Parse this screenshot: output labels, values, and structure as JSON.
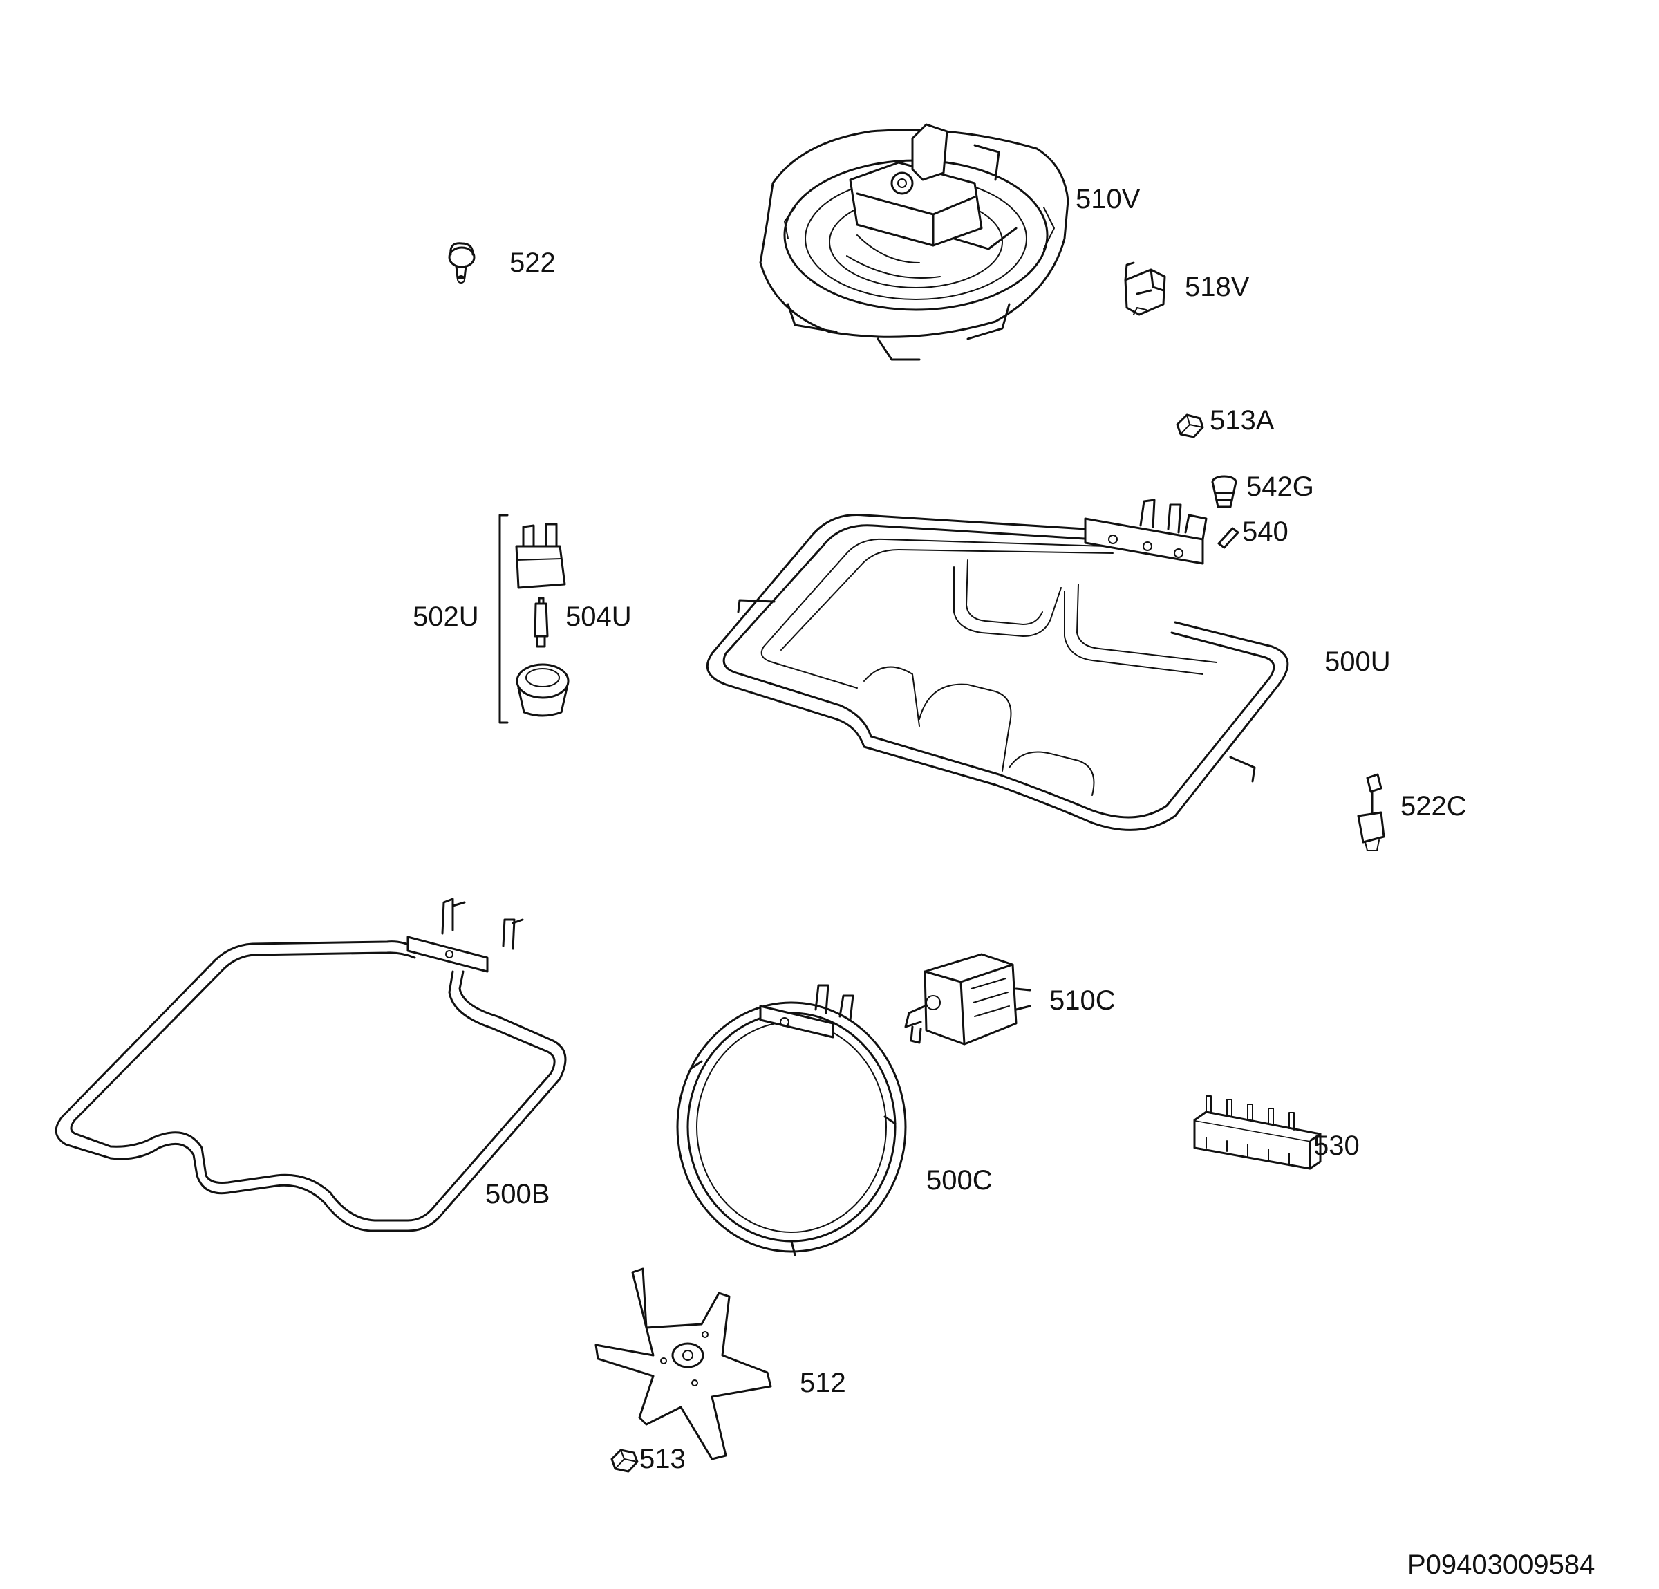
{
  "diagram_code": "P09403009584",
  "parts": [
    {
      "id": "510V",
      "label": "510V"
    },
    {
      "id": "522",
      "label": "522"
    },
    {
      "id": "518V",
      "label": "518V"
    },
    {
      "id": "513A",
      "label": "513A"
    },
    {
      "id": "542G",
      "label": "542G"
    },
    {
      "id": "540",
      "label": "540"
    },
    {
      "id": "502U",
      "label": "502U"
    },
    {
      "id": "504U",
      "label": "504U"
    },
    {
      "id": "500U",
      "label": "500U"
    },
    {
      "id": "522C",
      "label": "522C"
    },
    {
      "id": "510C",
      "label": "510C"
    },
    {
      "id": "530",
      "label": "530"
    },
    {
      "id": "500B",
      "label": "500B"
    },
    {
      "id": "500C",
      "label": "500C"
    },
    {
      "id": "512",
      "label": "512"
    },
    {
      "id": "513",
      "label": "513"
    }
  ]
}
